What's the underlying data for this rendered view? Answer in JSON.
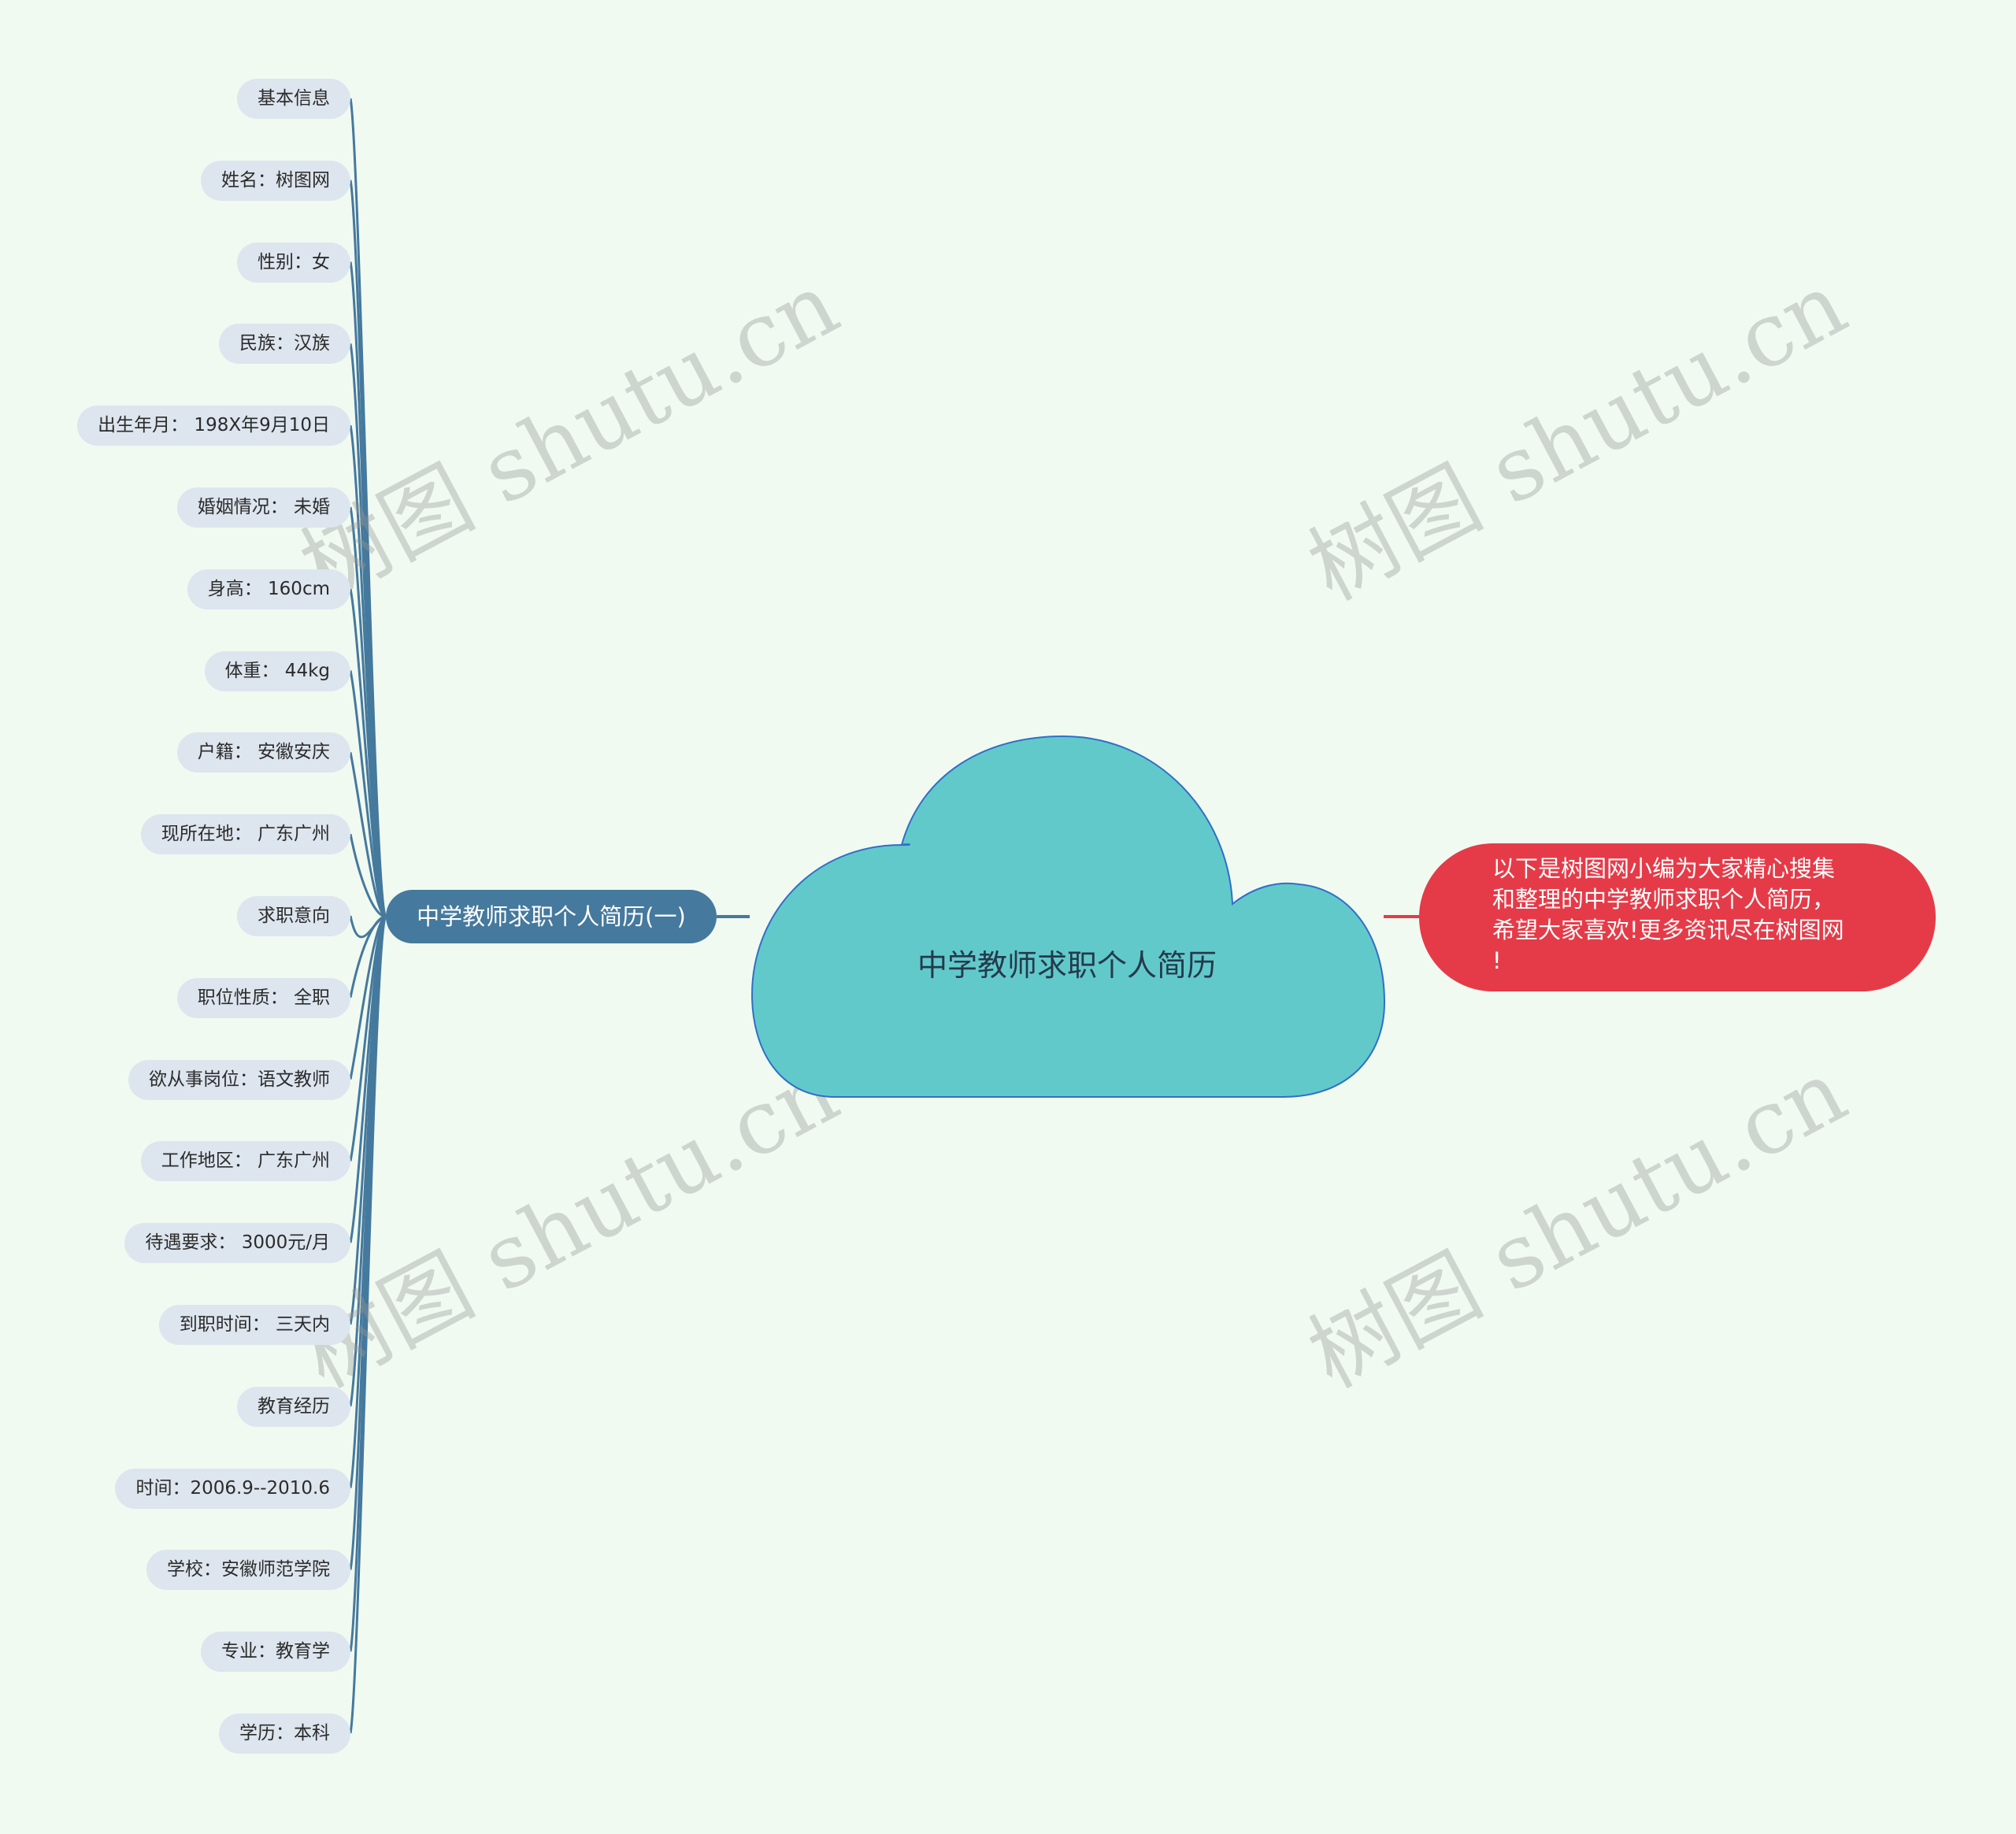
{
  "root": {
    "title": "中学教师求职个人简历",
    "fill": "#62c9cb",
    "stroke": "#2f6fc8"
  },
  "branch": {
    "label": "中学教师求职个人简历(一)",
    "color": "#45799d"
  },
  "leaves": [
    "基本信息",
    "姓名：树图网",
    "性别：女",
    "民族：汉族",
    "出生年月： 198X年9月10日",
    "婚姻情况： 未婚",
    "身高： 160cm",
    "体重： 44kg",
    "户籍： 安徽安庆",
    "现所在地： 广东广州",
    "求职意向",
    "职位性质： 全职",
    "欲从事岗位：语文教师",
    "工作地区： 广东广州",
    "待遇要求： 3000元/月",
    "到职时间： 三天内",
    "教育经历",
    "时间：2006.9--2010.6",
    "学校：安徽师范学院",
    "专业：教育学",
    "学历：本科"
  ],
  "note": {
    "lines": [
      "以下是树图网小编为大家精心搜集",
      "和整理的中学教师求职个人简历，",
      "希望大家喜欢!更多资讯尽在树图网",
      "!"
    ],
    "color": "#e53b48"
  },
  "watermark": "树图 shutu.cn"
}
